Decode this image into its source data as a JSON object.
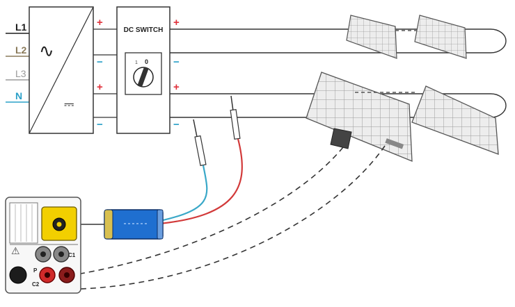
{
  "lines": {
    "l1": "L1",
    "l2": "L2",
    "l3": "L3",
    "n": "N"
  },
  "inverter": {
    "ac_symbol": "∿",
    "dc_symbol": "⎓"
  },
  "dc_switch": {
    "title": "DC SWITCH",
    "pos_off": "1",
    "pos_on": "0"
  },
  "polarity": {
    "plus": "+",
    "minus": "−"
  },
  "instrument": {
    "terminal_c1": "C1",
    "terminal_p": "P",
    "terminal_c2": "C2",
    "warning_symbol": "⚠"
  },
  "colors": {
    "plus_red": "#e0303a",
    "minus_blue": "#2aa0c8",
    "lead_blue": "#3aa8c8",
    "lead_red": "#d23a3a",
    "adapter_blue": "#1f6fd0",
    "socket_yellow": "#f2cf00",
    "l1": "#1a1a1a",
    "l2": "#8a7a5a",
    "l3": "#9a9a9a",
    "n": "#2aa0c8"
  }
}
